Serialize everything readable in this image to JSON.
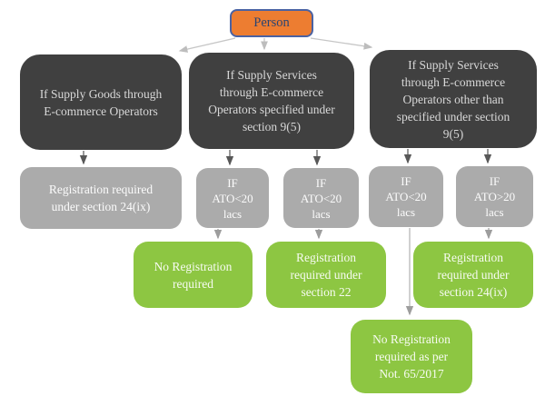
{
  "flowchart": {
    "nodes": {
      "person": {
        "label": "Person",
        "lines": [
          "Person"
        ]
      },
      "branch_goods": {
        "label": "If Supply Goods through E-commerce Operators",
        "lines": [
          "If Supply Goods through",
          "E-commerce Operators"
        ]
      },
      "branch_services_specified": {
        "label": "If Supply Services through E-commerce Operators specified under section 9(5)",
        "lines": [
          "If Supply Services",
          "through E-commerce",
          "Operators specified under",
          "section 9(5)"
        ]
      },
      "branch_services_other": {
        "label": "If Supply Services through E-commerce Operators other than specified under section 9(5)",
        "lines": [
          "If Supply Services",
          "through E-commerce",
          "Operators other than",
          "specified under section",
          "9(5)"
        ]
      },
      "cond_reg_24ix": {
        "label": "Registration required under section 24(ix)",
        "lines": [
          "Registration required",
          "under section 24(ix)"
        ]
      },
      "cond_ato_lt20_a": {
        "label": "IF ATO<20 lacs",
        "lines": [
          "IF",
          "ATO<20",
          "lacs"
        ]
      },
      "cond_ato_lt20_b": {
        "label": "IF ATO<20 lacs",
        "lines": [
          "IF",
          "ATO<20",
          "lacs"
        ]
      },
      "cond_ato_lt20_c": {
        "label": "IF ATO<20 lacs",
        "lines": [
          "IF",
          "ATO<20",
          "lacs"
        ]
      },
      "cond_ato_gt20": {
        "label": "IF ATO>20 lacs",
        "lines": [
          "IF",
          "ATO>20",
          "lacs"
        ]
      },
      "outcome_no_reg": {
        "label": "No Registration required",
        "lines": [
          "No Registration",
          "required"
        ]
      },
      "outcome_sec22": {
        "label": "Registration required under section 22",
        "lines": [
          "Registration",
          "required under",
          "section 22"
        ]
      },
      "outcome_sec24ix": {
        "label": "Registration required under section 24(ix)",
        "lines": [
          "Registration",
          "required under",
          "section 24(ix)"
        ]
      },
      "outcome_not65": {
        "label": "No Registration required as per Not. 65/2017",
        "lines": [
          "No Registration",
          "required as per",
          "Not. 65/2017"
        ]
      }
    },
    "edges": [
      {
        "from": "person",
        "to": "branch_goods"
      },
      {
        "from": "person",
        "to": "branch_services_specified"
      },
      {
        "from": "person",
        "to": "branch_services_other"
      },
      {
        "from": "branch_goods",
        "to": "cond_reg_24ix"
      },
      {
        "from": "branch_services_specified",
        "to": "cond_ato_lt20_a"
      },
      {
        "from": "branch_services_specified",
        "to": "cond_ato_lt20_b"
      },
      {
        "from": "branch_services_other",
        "to": "cond_ato_lt20_c"
      },
      {
        "from": "branch_services_other",
        "to": "cond_ato_gt20"
      },
      {
        "from": "cond_ato_lt20_a",
        "to": "outcome_no_reg"
      },
      {
        "from": "cond_ato_lt20_b",
        "to": "outcome_sec22"
      },
      {
        "from": "cond_ato_lt20_c",
        "to": "outcome_not65"
      },
      {
        "from": "cond_ato_gt20",
        "to": "outcome_sec24ix"
      }
    ],
    "colors": {
      "root_fill": "#ED7D31",
      "root_border": "#4A62A3",
      "root_text": "#2B4573",
      "branch_fill": "#404040",
      "branch_text": "#D8D8D8",
      "condition_fill": "#ABABAB",
      "condition_text": "#FBFBFB",
      "outcome_fill": "#8DC642",
      "outcome_text": "#F7FBF2"
    }
  }
}
